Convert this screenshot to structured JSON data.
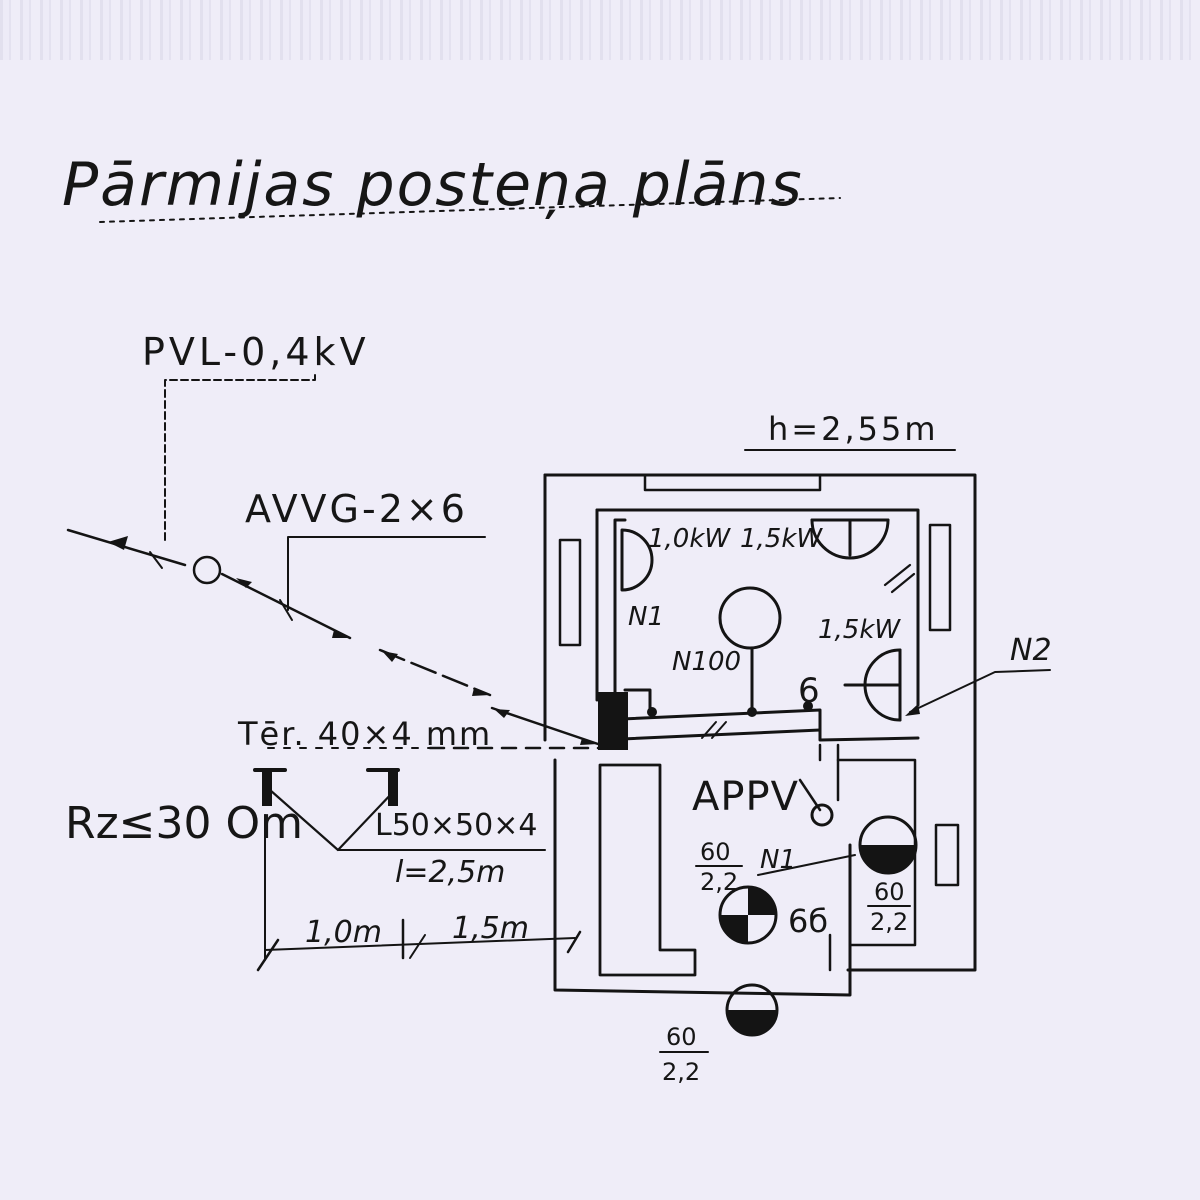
{
  "title": "Pārmijas posteņa plāns",
  "labels": {
    "line_voltage": "PVL-0,4kV",
    "cable": "AVVG-2×6",
    "ground_strip": "Tēr. 40×4 mm",
    "resistance": "Rz≤30 Om",
    "angle_rod": "L50×50×4",
    "rod_length": "l=2,5m",
    "dim_1": "1,0m",
    "dim_2": "1,5m",
    "height": "h=2,55m",
    "power_1": "1,0kW",
    "power_2": "1,5kW",
    "power_3": "1,5kW",
    "n1_top": "N1",
    "n1_lower": "N1",
    "n2": "N2",
    "lamp": "N100",
    "switch_6": "6",
    "switch_6b": "6б",
    "panel": "APPV",
    "fixture_left_num": "60",
    "fixture_left_den": "2,2",
    "fixture_right_num": "60",
    "fixture_right_den": "2,2",
    "fixture_bottom_num": "60",
    "fixture_bottom_den": "2,2"
  }
}
